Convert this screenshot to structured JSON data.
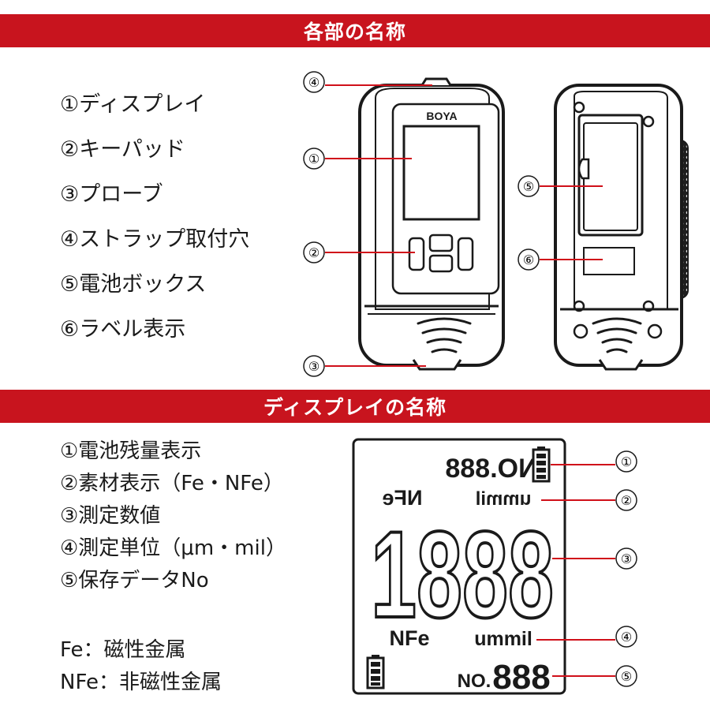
{
  "colors": {
    "accent": "#c8141e",
    "line": "#d0101a",
    "ink": "#1a1a1a"
  },
  "section1": {
    "title": "各部の名称",
    "items": [
      "①ディスプレイ",
      "②キーパッド",
      "③プローブ",
      "④ストラップ取付穴",
      "⑤電池ボックス",
      "⑥ラベル表示"
    ],
    "brand": "BOYA",
    "callouts": [
      "④",
      "①",
      "②",
      "③",
      "⑤",
      "⑥"
    ]
  },
  "section2": {
    "title": "ディスプレイの名称",
    "items": [
      "①電池残量表示",
      "②素材表示（Fe・NFe）",
      "③測定数値",
      "④測定単位（μm・mil）",
      "⑤保存データNo"
    ],
    "notes": [
      "Fe：磁性金属",
      "NFe：非磁性金属"
    ],
    "lcd": {
      "mirror_no": "NO.888",
      "mirror_material": "NFe",
      "mirror_unit": "ummil",
      "big_digits": "1888",
      "material": "NFe",
      "unit": "ummil",
      "no_label": "NO.",
      "no_digits": "888"
    },
    "callouts": [
      "①",
      "②",
      "③",
      "④",
      "⑤"
    ]
  }
}
